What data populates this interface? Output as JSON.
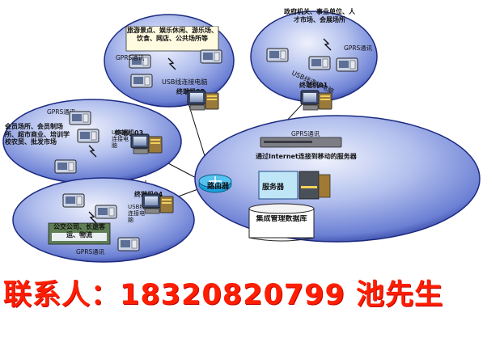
{
  "diagram": {
    "labels": {
      "tourism": "旅游景点、娱乐休闲、游乐场、饮食、网店、公共场所等",
      "government": "政府机关、事业单位、人才市场、会展场所",
      "community": "会员场所、会员制场所、超市商业、培训学校农贸、批发市场",
      "bus": "公交公司、长途客运、物流",
      "gprs1": "GPRS通讯",
      "gprs2": "GPRS通讯",
      "gprs3": "GPRS通讯",
      "gprs4": "GPRS通讯",
      "gprs5": "GPRS通讯",
      "usb_02": "USB线连接电脑",
      "usb_01": "USB线连接电脑",
      "usb_03": "USB线连接电脑",
      "usb_04": "USB线连接电脑",
      "terminal_02": "终端机02",
      "terminal_01": "终端机01",
      "terminal_03": "终端机03",
      "terminal_04": "终端机04",
      "router": "路由器",
      "internet": "通过Internet连接到移动的服务器",
      "server": "服务器",
      "database": "集成管理数据库"
    },
    "colors": {
      "ellipse_fill": "#8fa2e2",
      "ellipse_dark": "#1f2e8a",
      "ellipse_light": "#e6ebfb",
      "router": "#1aa1e0",
      "contact": "#ff1e00"
    }
  },
  "contact": {
    "text": "联系人：18320820799 池先生"
  }
}
